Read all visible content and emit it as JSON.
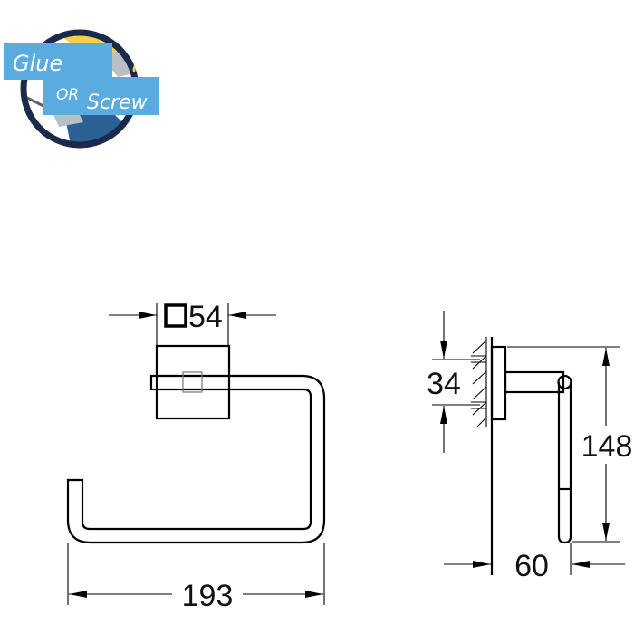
{
  "logo": {
    "text_line1": "Glue",
    "text_line2": "OR",
    "text_line3": "Screw",
    "colors": {
      "ring": "#1b2a4a",
      "banner": "#5aace0",
      "glue": "#f2d24a",
      "drill": "#2c5f93"
    }
  },
  "front_view": {
    "base_size_label": "54",
    "width_label": "193"
  },
  "side_view": {
    "screw_spacing_label": "34",
    "height_label": "148",
    "depth_label": "60"
  }
}
